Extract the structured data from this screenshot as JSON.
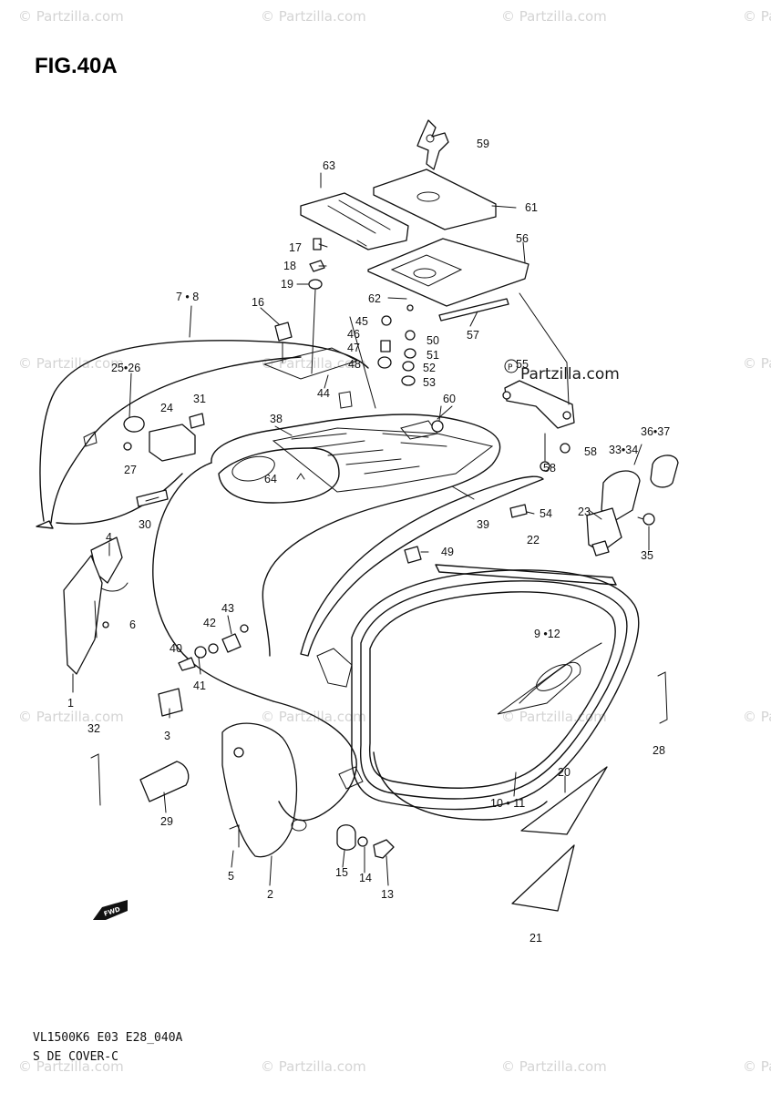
{
  "figure_title": "FIG.40A",
  "watermark": "© Partzilla.com",
  "center_watermark": "Partzilla.com",
  "footer": {
    "code": "VL1500K6 E03 E28_040A",
    "name": "S DE COVER-C"
  },
  "fwd_badge": "FWD",
  "parts": {
    "p59": "59",
    "p63": "63",
    "p61": "61",
    "p56": "56",
    "p17": "17",
    "p18": "18",
    "p19": "19",
    "p16": "16",
    "p78": "7 • 8",
    "p62": "62",
    "p45": "45",
    "p50": "50",
    "p46": "46",
    "p47": "47",
    "p51": "51",
    "p52": "52",
    "p48": "48",
    "p53": "53",
    "p57": "57",
    "p55": "55",
    "p2526": "25•26",
    "p24": "24",
    "p31": "31",
    "p44": "44",
    "p60": "60",
    "p38": "38",
    "p3637": "36•37",
    "p3334": "33•34",
    "p58a": "58",
    "p58b": "58",
    "p27": "27",
    "p64": "64",
    "p30": "30",
    "p39": "39",
    "p54": "54",
    "p23": "23",
    "p22": "22",
    "p35": "35",
    "p4": "4",
    "p49": "49",
    "p6": "6",
    "p43": "43",
    "p42": "42",
    "p912": "9 •12",
    "p40": "40",
    "p41": "41",
    "p1": "1",
    "p32": "32",
    "p3": "3",
    "p28": "28",
    "p20": "20",
    "p1011": "10 • 11",
    "p29": "29",
    "p5": "5",
    "p2": "2",
    "p15": "15",
    "p14": "14",
    "p13": "13",
    "p21": "21"
  }
}
